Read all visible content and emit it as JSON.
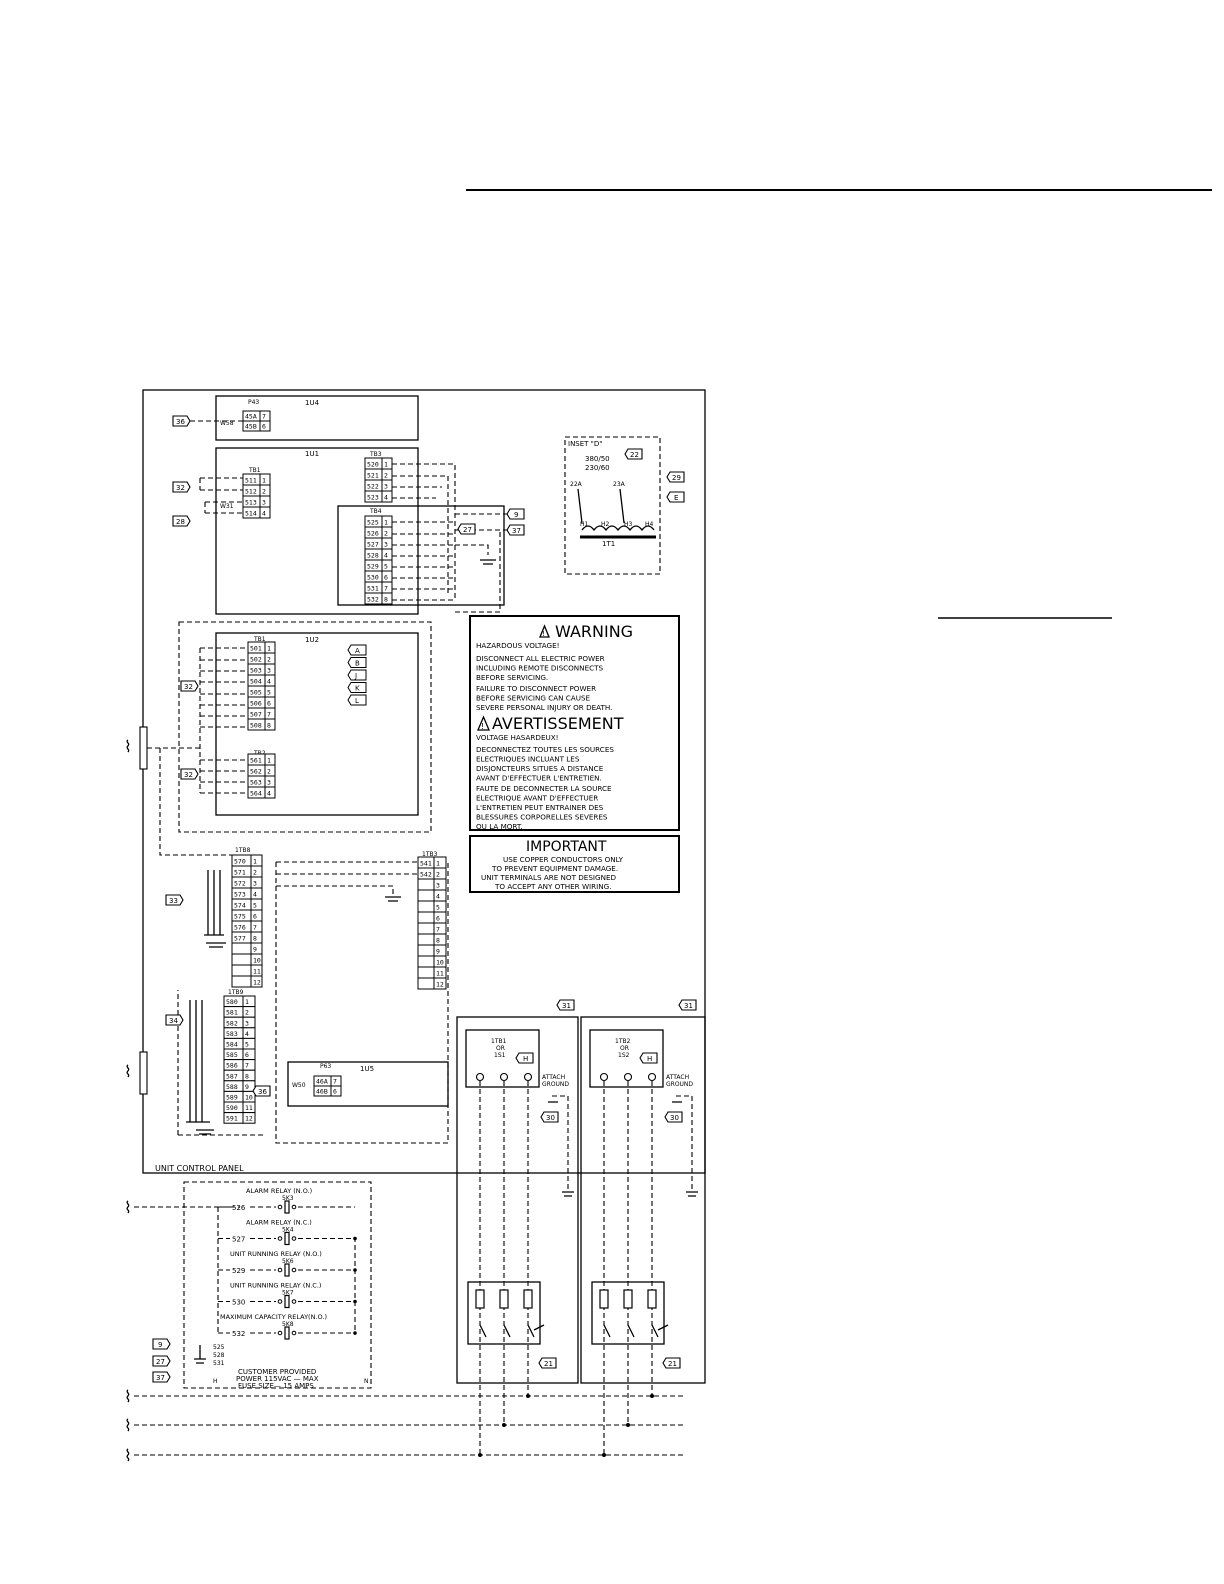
{
  "unit_control_panel_label": "UNIT CONTROL PANEL",
  "modules": {
    "u4": {
      "name": "1U4",
      "plug": "P43",
      "wire": "W58",
      "rows": [
        [
          "45A",
          "7"
        ],
        [
          "45B",
          "6"
        ]
      ]
    },
    "u1": {
      "name": "1U1",
      "tb1": {
        "name": "TB1",
        "wire": "W31",
        "rows": [
          [
            "511",
            "1"
          ],
          [
            "512",
            "2"
          ],
          [
            "513",
            "3"
          ],
          [
            "514",
            "4"
          ]
        ]
      },
      "tb3": {
        "name": "TB3",
        "rows": [
          [
            "520",
            "1"
          ],
          [
            "521",
            "2"
          ],
          [
            "522",
            "3"
          ],
          [
            "523",
            "4"
          ]
        ]
      },
      "tb4": {
        "name": "TB4",
        "rows": [
          [
            "525",
            "1"
          ],
          [
            "526",
            "2"
          ],
          [
            "527",
            "3"
          ],
          [
            "528",
            "4"
          ],
          [
            "529",
            "5"
          ],
          [
            "530",
            "6"
          ],
          [
            "531",
            "7"
          ],
          [
            "532",
            "8"
          ]
        ]
      }
    },
    "u2": {
      "name": "1U2",
      "tb1": {
        "name": "TB1",
        "rows": [
          [
            "501",
            "1"
          ],
          [
            "502",
            "2"
          ],
          [
            "503",
            "3"
          ],
          [
            "504",
            "4"
          ],
          [
            "505",
            "5"
          ],
          [
            "506",
            "6"
          ],
          [
            "507",
            "7"
          ],
          [
            "508",
            "8"
          ]
        ]
      },
      "tb2": {
        "name": "TB2",
        "rows": [
          [
            "561",
            "1"
          ],
          [
            "562",
            "2"
          ],
          [
            "563",
            "3"
          ],
          [
            "564",
            "4"
          ]
        ]
      },
      "tags": [
        "A",
        "B",
        "J",
        "K",
        "L"
      ]
    },
    "u5": {
      "name": "1U5",
      "plug": "P63",
      "wire": "W50",
      "rows": [
        [
          "46A",
          "7"
        ],
        [
          "46B",
          "6"
        ]
      ]
    }
  },
  "terminal_blocks": {
    "tb8": {
      "name": "1TB8",
      "rows": [
        [
          "570",
          "1"
        ],
        [
          "571",
          "2"
        ],
        [
          "572",
          "3"
        ],
        [
          "573",
          "4"
        ],
        [
          "574",
          "5"
        ],
        [
          "575",
          "6"
        ],
        [
          "576",
          "7"
        ],
        [
          "577",
          "8"
        ],
        [
          "",
          "9"
        ],
        [
          "",
          "10"
        ],
        [
          "",
          "11"
        ],
        [
          "",
          "12"
        ]
      ]
    },
    "tb3": {
      "name": "1TB3",
      "rows": [
        [
          "541",
          "1"
        ],
        [
          "542",
          "2"
        ],
        [
          "",
          "3"
        ],
        [
          "",
          "4"
        ],
        [
          "",
          "5"
        ],
        [
          "",
          "6"
        ],
        [
          "",
          "7"
        ],
        [
          "",
          "8"
        ],
        [
          "",
          "9"
        ],
        [
          "",
          "10"
        ],
        [
          "",
          "11"
        ],
        [
          "",
          "12"
        ]
      ]
    },
    "tb9": {
      "name": "1TB9",
      "rows": [
        [
          "580",
          "1"
        ],
        [
          "581",
          "2"
        ],
        [
          "582",
          "3"
        ],
        [
          "583",
          "4"
        ],
        [
          "584",
          "5"
        ],
        [
          "585",
          "6"
        ],
        [
          "586",
          "7"
        ],
        [
          "587",
          "8"
        ],
        [
          "588",
          "9"
        ],
        [
          "589",
          "10"
        ],
        [
          "590",
          "11"
        ],
        [
          "591",
          "12"
        ]
      ]
    }
  },
  "note_tags": {
    "n36a": "36",
    "n32a": "32",
    "n28": "28",
    "n27": "27",
    "n37": "37",
    "n9": "9",
    "n32b": "32",
    "n32c": "32",
    "n33": "33",
    "n34": "34",
    "n36b": "36",
    "n22": "22",
    "n29": "29",
    "nE": "E",
    "n31a": "31",
    "n31b": "31",
    "n30a": "30",
    "n30b": "30",
    "n21a": "21",
    "n21b": "21",
    "nHa": "H",
    "nHb": "H",
    "n9b": "9",
    "n27b": "27",
    "n37b": "37"
  },
  "inset_d": {
    "title": "INSET \"D\"",
    "voltage1": "380/50",
    "voltage2": "230/60",
    "w1": "22A",
    "w2": "23A",
    "h1": "H1",
    "h2": "H2",
    "h3": "H3",
    "h4": "H4",
    "transformer": "1T1"
  },
  "warning": {
    "title": "WARNING",
    "lines": [
      "HAZARDOUS VOLTAGE!",
      "DISCONNECT ALL ELECTRIC POWER",
      "INCLUDING REMOTE DISCONNECTS",
      "BEFORE SERVICING.",
      "FAILURE TO DISCONNECT POWER",
      "BEFORE SERVICING CAN CAUSE",
      "SEVERE PERSONAL INJURY OR DEATH."
    ],
    "fr_title": "AVERTISSEMENT",
    "fr_lines": [
      "VOLTAGE HASARDEUX!",
      "DECONNECTEZ TOUTES LES SOURCES",
      "ELECTRIQUES INCLUANT LES",
      "DISJONCTEURS SITUES A DISTANCE",
      "AVANT D'EFFECTUER L'ENTRETIEN.",
      "FAUTE DE DECONNECTER LA SOURCE",
      "ELECTRIQUE AVANT D'EFFECTUER",
      "L'ENTRETIEN PEUT ENTRAINER DES",
      "BLESSURES CORPORELLES SEVERES",
      "OU LA MORT."
    ]
  },
  "important": {
    "title": "IMPORTANT",
    "lines": [
      "USE COPPER CONDUCTORS ONLY",
      "TO PREVENT EQUIPMENT DAMAGE.",
      "UNIT TERMINALS ARE NOT DESIGNED",
      "TO ACCEPT ANY OTHER WIRING."
    ]
  },
  "disconnects": {
    "d1": {
      "l1": "1TB1",
      "l2": "OR",
      "l3": "1S1"
    },
    "d2": {
      "l1": "1TB2",
      "l2": "OR",
      "l3": "1S2"
    },
    "attach1": "ATTACH",
    "ground1": "GROUND",
    "attach2": "ATTACH",
    "ground2": "GROUND"
  },
  "relays": [
    {
      "label": "ALARM RELAY (N.O.)",
      "tag": "5K3",
      "wire": "526"
    },
    {
      "label": "ALARM RELAY (N.C.)",
      "tag": "5K4",
      "wire": "527"
    },
    {
      "label": "UNIT RUNNING RELAY (N.O.)",
      "tag": "5K6",
      "wire": "529"
    },
    {
      "label": "UNIT RUNNING RELAY (N.C.)",
      "tag": "5K7",
      "wire": "530"
    },
    {
      "label": "MAXIMUM CAPACITY RELAY(N.O.)",
      "tag": "5K8",
      "wire": "532"
    }
  ],
  "common_wires": [
    "525",
    "528",
    "531"
  ],
  "customer": {
    "l1": "CUSTOMER PROVIDED",
    "l2": "POWER 115VAC — MAX",
    "l3": "FUSE SIZE— 15 AMPS",
    "h": "H",
    "n": "N"
  }
}
